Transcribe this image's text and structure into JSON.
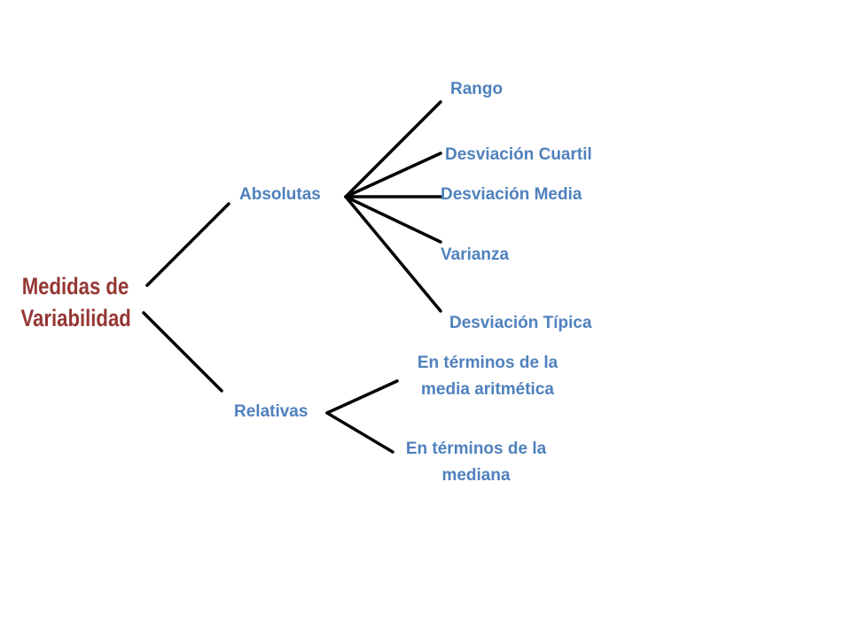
{
  "root": {
    "line1": "Medidas de",
    "line2": "Variabilidad"
  },
  "absolutas": {
    "label": "Absolutas",
    "items": [
      "Rango",
      "Desviación Cuartil",
      "Desviación Media",
      "Varianza",
      "Desviación Típica"
    ]
  },
  "relativas": {
    "label": "Relativas",
    "items": [
      {
        "line1": "En términos de la",
        "line2": "media aritmética"
      },
      {
        "line1": "En términos de la",
        "line2": "mediana"
      }
    ]
  },
  "colors": {
    "root": "#953735",
    "branch": "#4f81bd",
    "line": "#000000"
  }
}
